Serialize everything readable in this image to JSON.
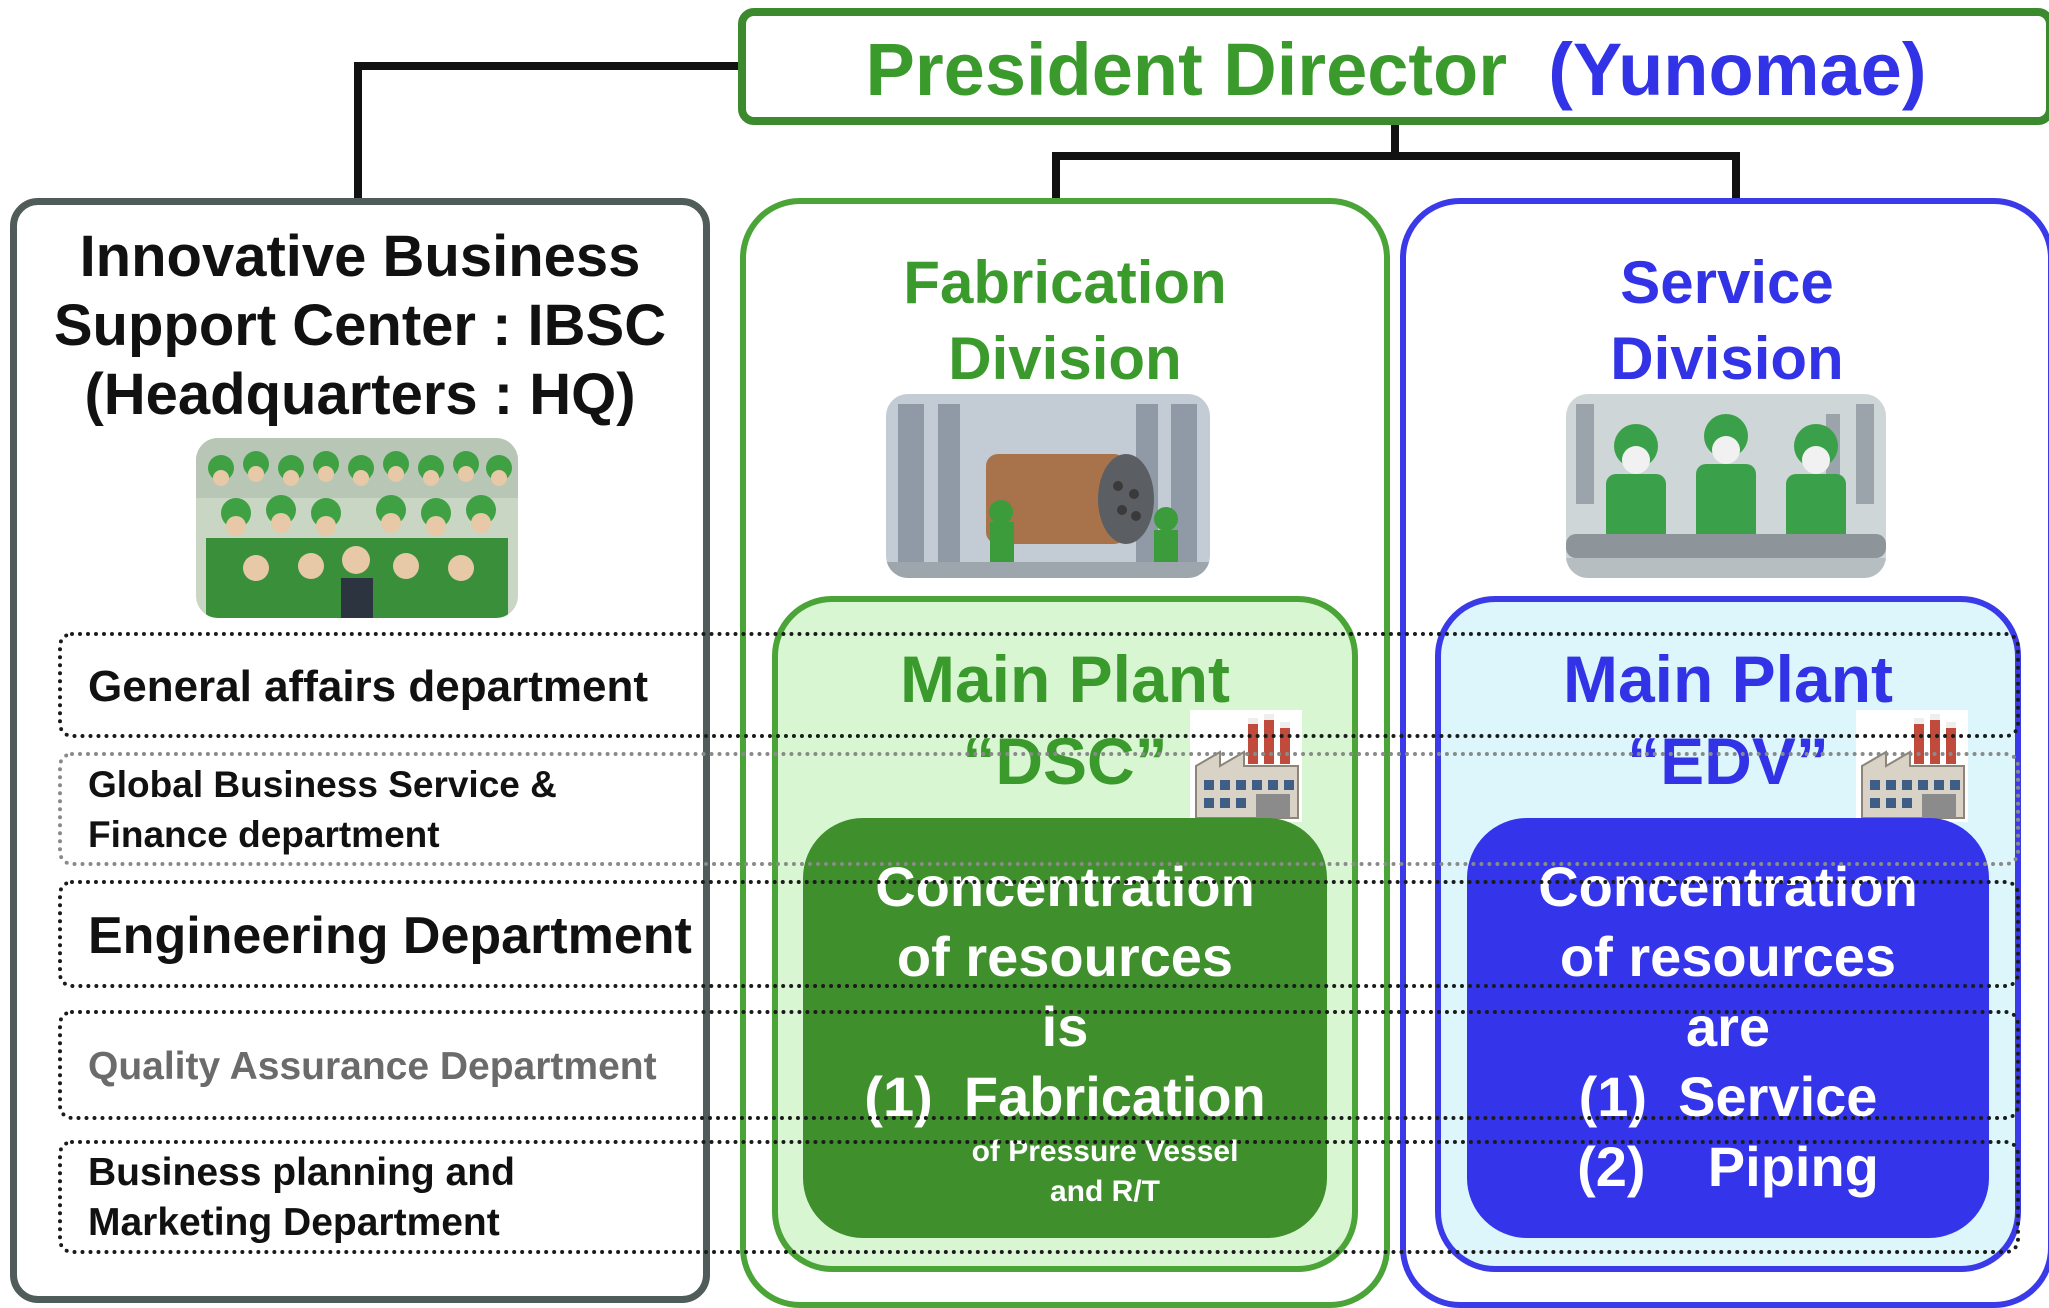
{
  "president": {
    "title": "President Director",
    "name": "(Yunomae)"
  },
  "ibsc": {
    "title_line1": "Innovative Business",
    "title_line2": "Support Center : IBSC",
    "title_line3": "(Headquarters : HQ)"
  },
  "departments": [
    {
      "line1": "General affairs department",
      "line2": ""
    },
    {
      "line1": "Global Business Service &",
      "line2": "Finance department"
    },
    {
      "line1": "Engineering Department",
      "line2": ""
    },
    {
      "line1": "Quality Assurance Department",
      "line2": ""
    },
    {
      "line1": "Business planning and",
      "line2": "Marketing Department"
    }
  ],
  "fabrication": {
    "title_line1": "Fabrication",
    "title_line2": "Division",
    "plant_line1": "Main Plant",
    "plant_line2": "“DSC”",
    "conc_line1": "Concentration",
    "conc_line2": "of resources",
    "conc_line3": "is",
    "item1_num": "(1)",
    "item1_text": "Fabrication",
    "item1_sub1": "of Pressure Vessel",
    "item1_sub2": "and R/T"
  },
  "service": {
    "title_line1": "Service",
    "title_line2": "Division",
    "plant_line1": "Main Plant",
    "plant_line2": "“EDV”",
    "conc_line1": "Concentration",
    "conc_line2": "of resources",
    "conc_line3": "are",
    "item1_num": "(1)",
    "item1_text": "Service",
    "item2_num": "(2)",
    "item2_text": "Piping"
  },
  "colors": {
    "green": "#3b9a2c",
    "blue": "#3232e6",
    "dark_green_box": "#3f8f2d",
    "blue_box": "#3434ea",
    "light_green": "#d9f6d3",
    "light_blue": "#dcf6fb"
  },
  "icons": {
    "hq_photo": "staff-group-photo",
    "fab_photo": "fabrication-workshop-photo",
    "svc_photo": "service-workers-photo",
    "factory": "factory-icon"
  }
}
